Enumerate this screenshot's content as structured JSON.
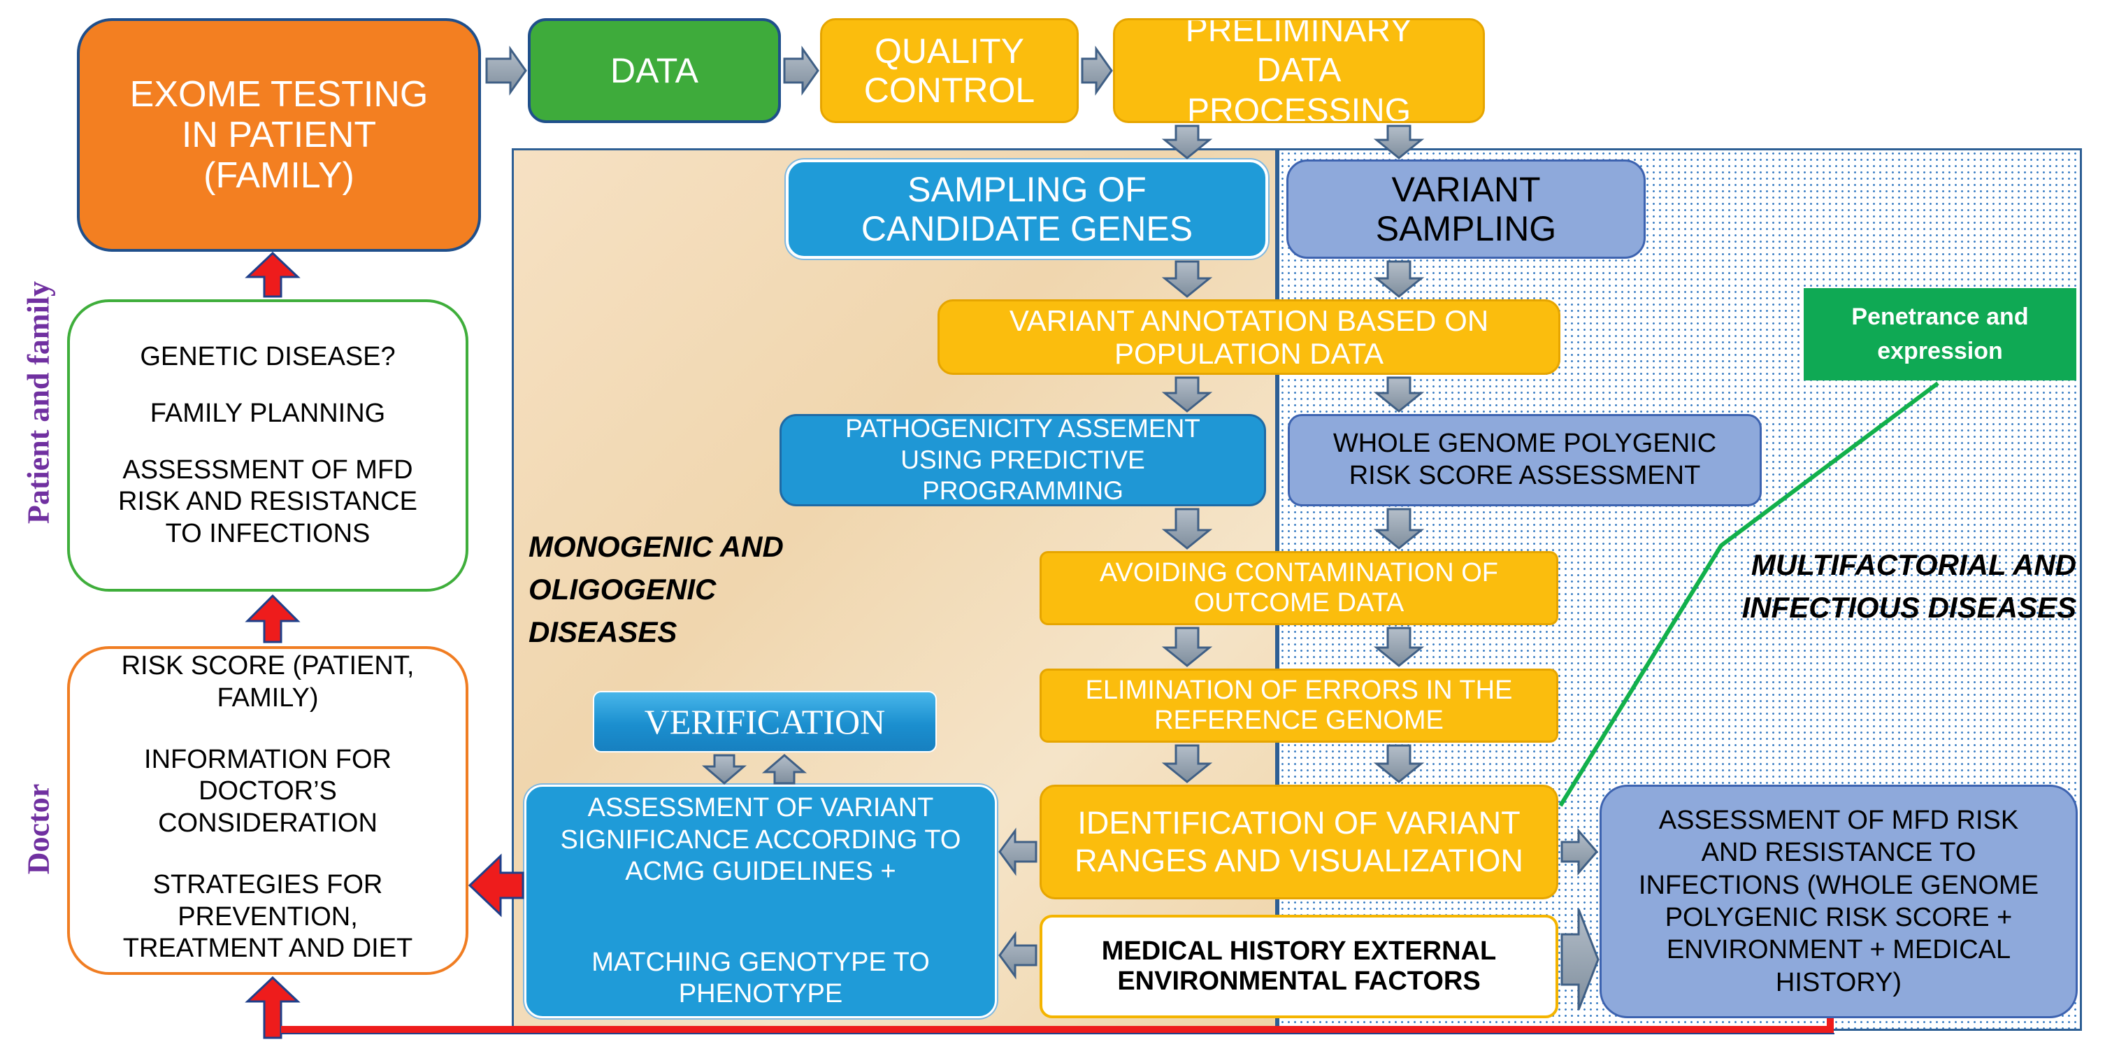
{
  "boxes": {
    "exome": "EXOME TESTING IN PATIENT (FAMILY)",
    "data": "DATA",
    "quality": "QUALITY CONTROL",
    "preliminary": "PRELIMINARY DATA PROCESSING",
    "sampling_genes": "SAMPLING OF CANDIDATE GENES",
    "variant_sampling": "VARIANT SAMPLING",
    "annotation": "VARIANT ANNOTATION BASED ON POPULATION DATA",
    "pathogenicity": "PATHOGENICITY ASSEMENT USING PREDICTIVE PROGRAMMING",
    "polygenic": "WHOLE GENOME POLYGENIC RISK SCORE ASSESSMENT",
    "contamination": "AVOIDING CONTAMINATION OF OUTCOME DATA",
    "errors": "ELIMINATION OF ERRORS IN THE REFERENCE GENOME",
    "identification": "IDENTIFICATION OF VARIANT RANGES AND VISUALIZATION",
    "verification": "VERIFICATION",
    "assessment_sig_a": "ASSESSMENT OF VARIANT SIGNIFICANCE ACCORDING TO ACMG GUIDELINES +",
    "assessment_sig_b": "MATCHING GENOTYPE TO PHENOTYPE",
    "medical_history": "MEDICAL HISTORY EXTERNAL ENVIRONMENTAL FACTORS",
    "mfd": "ASSESSMENT OF MFD RISK AND RESISTANCE TO INFECTIONS (WHOLE GENOME POLYGENIC RISK SCORE + ENVIRONMENT + MEDICAL HISTORY)",
    "penetrance": "Penetrance and expression"
  },
  "patient_box": [
    "GENETIC DISEASE?",
    "FAMILY PLANNING",
    "ASSESSMENT OF MFD RISK AND RESISTANCE TO INFECTIONS"
  ],
  "doctor_box": [
    "RISK SCORE (PATIENT, FAMILY)",
    "INFORMATION FOR DOCTOR’S CONSIDERATION",
    "STRATEGIES FOR PREVENTION, TREATMENT AND DIET"
  ],
  "labels": {
    "monogenic": "MONOGENIC AND OLIGOGENIC DISEASES",
    "multifactorial": "MULTIFACTORIAL AND INFECTIOUS DISEASES",
    "patient_family": "Patient and family",
    "doctor": "Doctor"
  },
  "colors": {
    "orange": "#f37f21",
    "green": "#3eab3b",
    "yellow": "#fbbd0d",
    "blue": "#1f9bd8",
    "lavender": "#8ea9db",
    "red_arrow": "#ee1c1c",
    "grey_arrow": "#8c9aa8",
    "penetrance_green": "#0fa954",
    "purple": "#7030a0"
  }
}
